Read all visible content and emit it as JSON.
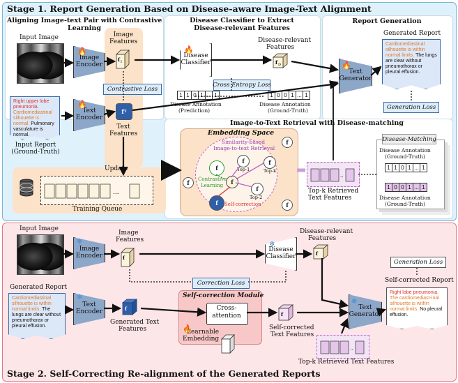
{
  "stage1": {
    "title": "Stage 1. Report Generation Based on Disease-aware Image-Text Alignment",
    "align_title_l1": "Aligning Image-text Pair with Contrastive",
    "align_title_l2": "Learning",
    "disease_title_l1": "Disease Classifier to Extract",
    "disease_title_l2": "Disease-relevant Features",
    "report_gen_title": "Report Generation",
    "retrieval_title": "Image-to-Text Retrieval with Disease-matching"
  },
  "stage2": {
    "title": "Stage 2. Self-Correcting Re-alignment of the Generated Reports"
  },
  "labels": {
    "input_image": "Input Image",
    "image_encoder_l1": "Image",
    "image_encoder_l2": "Encoder",
    "image_features_l1": "Image",
    "image_features_l2": "Features",
    "contrastive_loss": "Contrastive Loss",
    "text_encoder_l1": "Text",
    "text_encoder_l2": "Encoder",
    "text_features_l1": "Text",
    "text_features_l2": "Features",
    "input_report_l1": "Input Report",
    "input_report_l2": "(Ground-Truth)",
    "disease_classifier_l1": "Disease",
    "disease_classifier_l2": "Classifier",
    "disease_relevant_l1": "Disease-relevant",
    "disease_relevant_l2": "Features",
    "cross_entropy_loss": "Cross Entropy Loss",
    "annot_pred_l1": "Disease Annotation",
    "annot_pred_l2": "(Prediction)",
    "annot_gt_l1": "Disease Annotation",
    "annot_gt_l2": "(Ground-Truth)",
    "text_generator_l1": "Text",
    "text_generator_l2": "Generator",
    "generated_report": "Generated Report",
    "generation_loss": "Generation Loss",
    "update": "Update",
    "training_queue": "Training Queue",
    "embedding_space": "Embedding Space",
    "similarity_l1": "Similarity-based",
    "similarity_l2": "Image-to-text Retrieval",
    "contrastive_learning_l1": "Contrastive",
    "contrastive_learning_l2": "Learning",
    "self_correction": "Self-correction",
    "top1": "Top-1",
    "top2": "Top-2",
    "topk": "Top-k",
    "topk_retrieved_l1": "Top-k Retrieved",
    "topk_retrieved_l2": "Text Features",
    "disease_matching": "Disease-Matching",
    "dm_annot1_l1": "Disease Annotation",
    "dm_annot1_l2": "(Ground-Truth)",
    "dm_annot2_l1": "Disease Annotation",
    "dm_annot2_l2": "(Ground-Truth)",
    "s2_input_image": "Input Image",
    "s2_image_encoder_l1": "Image",
    "s2_image_encoder_l2": "Encoder",
    "s2_image_features_l1": "Image",
    "s2_image_features_l2": "Features",
    "s2_disease_relevant_l1": "Disease-relevant",
    "s2_disease_relevant_l2": "Features",
    "s2_disease_classifier_l1": "Disease",
    "s2_disease_classifier_l2": "Classifier",
    "correction_loss": "Correction Loss",
    "s2_text_encoder_l1": "Text",
    "s2_text_encoder_l2": "Encoder",
    "generated_text_features_l1": "Generated Text",
    "generated_text_features_l2": "Features",
    "self_correction_module": "Self-correction Module",
    "cross_attention_l1": "Cross-",
    "cross_attention_l2": "attention",
    "learnable_embedding_l1": "Learnable",
    "learnable_embedding_l2": "Embedding",
    "self_corrected_features_l1": "Self-corrected",
    "self_corrected_features_l2": "Text Features",
    "s2_text_generator_l1": "Text",
    "s2_text_generator_l2": "Generator",
    "s2_generation_loss": "Generation Loss",
    "self_corrected_report": "Self-corrected Report",
    "s2_topk_retrieved": "Top-k Retrieved Text Features"
  },
  "reports": {
    "input_red": "Right upper lobe pneumonia.",
    "input_orange": "Cardiomediastinal silhouette is normal.",
    "input_black": "Pulmonary vasculature is normal.",
    "generated_orange": "Cardiomediastinal silhouette is within normal limits.",
    "generated_black": "The lungs are clear without pneumothorax or pleural effusion.",
    "s2_generated_orange": "Cardiomediastinal silhouette is within normal limits.",
    "s2_generated_black": "The lungs are clear without pneumothorax or pleural effusion.",
    "corrected_red": "Right lobe pneumonia.",
    "corrected_orange": "The cardiomediast-inal silhouette is within normal limits.",
    "corrected_black": "No pleural effusion."
  },
  "annotations": {
    "pred": [
      "1",
      "1",
      "0",
      "1",
      "...",
      "1"
    ],
    "gt": [
      "1",
      "0",
      "0",
      "1",
      "...",
      "1"
    ],
    "dm1": [
      "1",
      "1",
      "0",
      "1",
      "...",
      "1"
    ],
    "dm2": [
      "1",
      "0",
      "0",
      "1",
      "...",
      "1"
    ]
  },
  "feature_symbols": {
    "image": "f_I",
    "text": "f_T",
    "disease": "f_D"
  },
  "colors": {
    "stage1_bg": "#dff2fb",
    "stage2_bg": "#fde6e8",
    "align_panel": "#fbe2c8",
    "encoder": "#8da7c9",
    "contrastive": "#2e9a2e",
    "self_correct": "#e03030",
    "retrieval": "#c060c8"
  }
}
